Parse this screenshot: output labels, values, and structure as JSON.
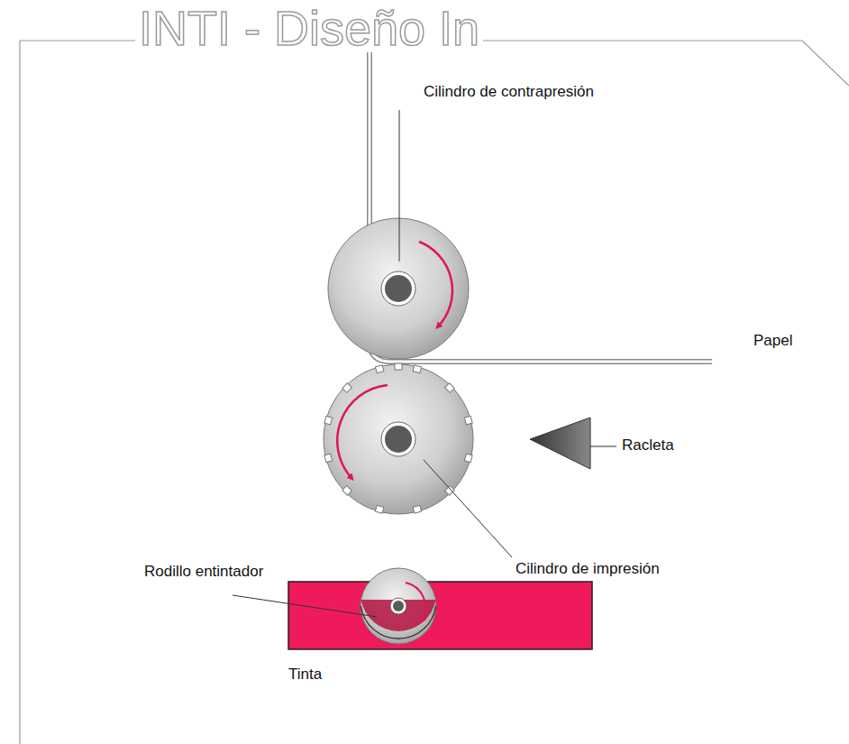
{
  "diagram": {
    "labels": [
      "INTI - Diseño In",
      "Cilindro de contrapresión",
      "Papel",
      "Racleta",
      "Rodillo entintador",
      "Cilindro de impresión",
      "Tinta"
    ]
  }
}
